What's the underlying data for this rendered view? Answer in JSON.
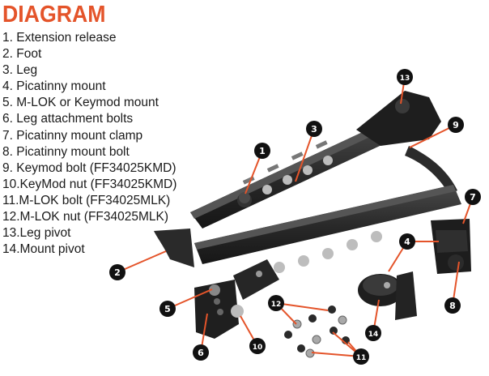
{
  "title": "DIAGRAM",
  "parts": [
    "1. Extension release",
    "2. Foot",
    "3. Leg",
    "4. Picatinny mount",
    "5. M-LOK or Keymod mount",
    "6. Leg attachment bolts",
    "7. Picatinny mount clamp",
    "8. Picatinny mount bolt",
    "9. Keymod bolt (FF34025KMD)",
    "10.KeyMod nut (FF34025KMD)",
    "11.M-LOK bolt (FF34025MLK)",
    "12.M-LOK nut (FF34025MLK)",
    "13.Leg pivot",
    "14.Mount pivot"
  ],
  "callouts": [
    "1",
    "2",
    "3",
    "4",
    "5",
    "6",
    "7",
    "8",
    "9",
    "10",
    "11",
    "12",
    "13",
    "14"
  ],
  "colors": {
    "title": "#e4542a",
    "leader": "#e4542a",
    "callout_fill": "#111111",
    "metal": "#2a2a2a",
    "metal_light": "#4a4a4a"
  }
}
